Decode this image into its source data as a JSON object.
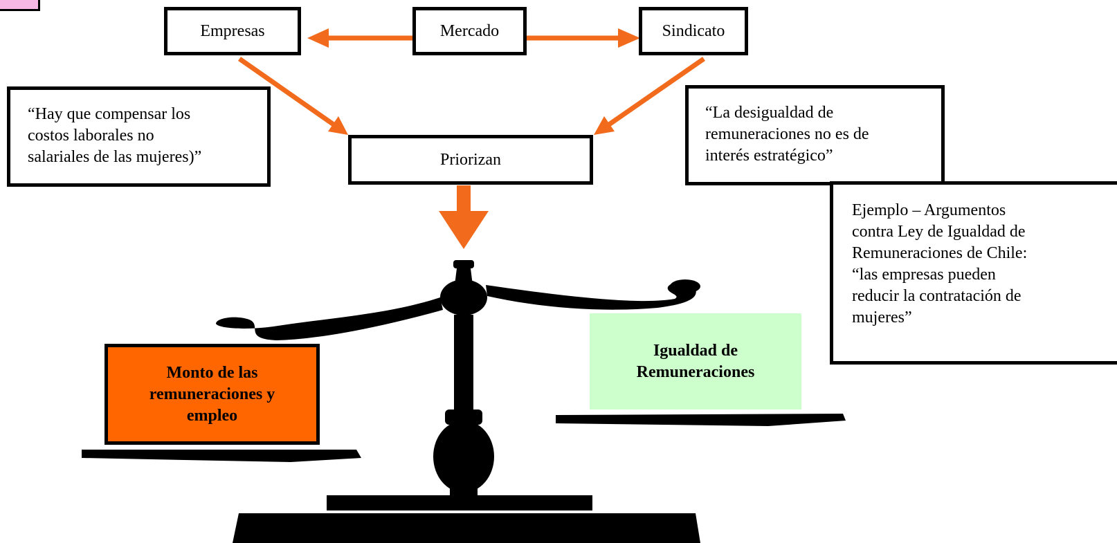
{
  "colors": {
    "arrow": "#f26a1b",
    "corner_tag": "#f7b8e6",
    "left_pan_fill": "#ff6600",
    "right_pan_fill": "#ccffcc",
    "scale": "#000000"
  },
  "nodes": {
    "empresas": "Empresas",
    "mercado": "Mercado",
    "sindicato": "Sindicato",
    "priorizan": "Priorizan"
  },
  "quotes": {
    "left": [
      "“Hay que compensar los",
      "costos laborales no",
      "salariales de las mujeres)”"
    ],
    "right": [
      "“La desigualdad de",
      "remuneraciones no es  de",
      "interés estratégico”"
    ],
    "example": [
      "Ejemplo – Argumentos",
      "contra Ley de Igualdad de",
      "Remuneraciones de Chile:",
      "“las empresas pueden",
      "reducir la contratación de",
      "mujeres”"
    ]
  },
  "scale": {
    "left_pan": [
      "Monto de las",
      "remuneraciones y",
      "empleo"
    ],
    "right_pan": [
      "Igualdad de",
      "Remuneraciones"
    ]
  }
}
